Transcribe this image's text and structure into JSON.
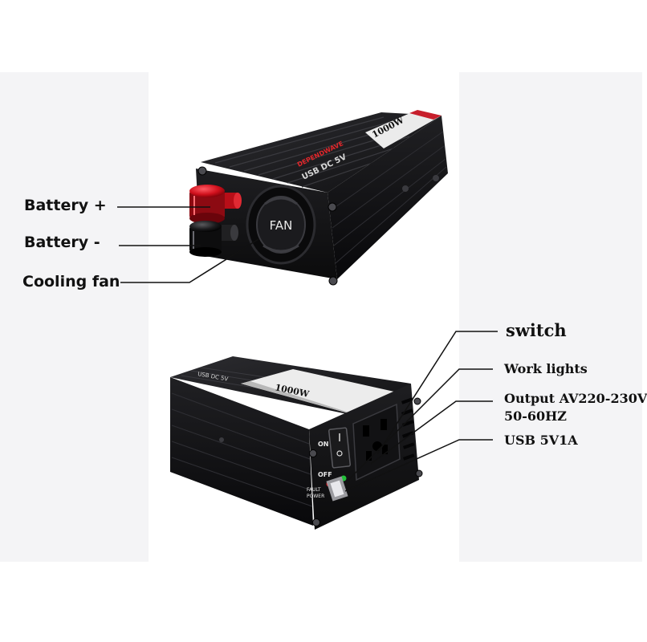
{
  "callouts": {
    "battery_plus": "Battery +",
    "battery_minus": "Battery -",
    "cooling_fan": "Cooling fan",
    "switch": "switch",
    "work_lights": "Work lights",
    "output_line1": "Output AV220-230V",
    "output_line2": "50-60HZ",
    "usb": "USB 5V1A"
  },
  "device_markings": {
    "fan": "FAN",
    "usb_dc": "USB DC 5V",
    "brand": "DEPENDWAVE",
    "power_rating": "1000W",
    "on": "ON",
    "off": "OFF",
    "fault": "FAULT",
    "power": "POWER"
  },
  "colors": {
    "background": "#ffffff",
    "housing": "#1b1b1d",
    "positive_terminal": "#d0101c",
    "negative_terminal": "#151515",
    "label_stripe": "#e8e8e8"
  }
}
